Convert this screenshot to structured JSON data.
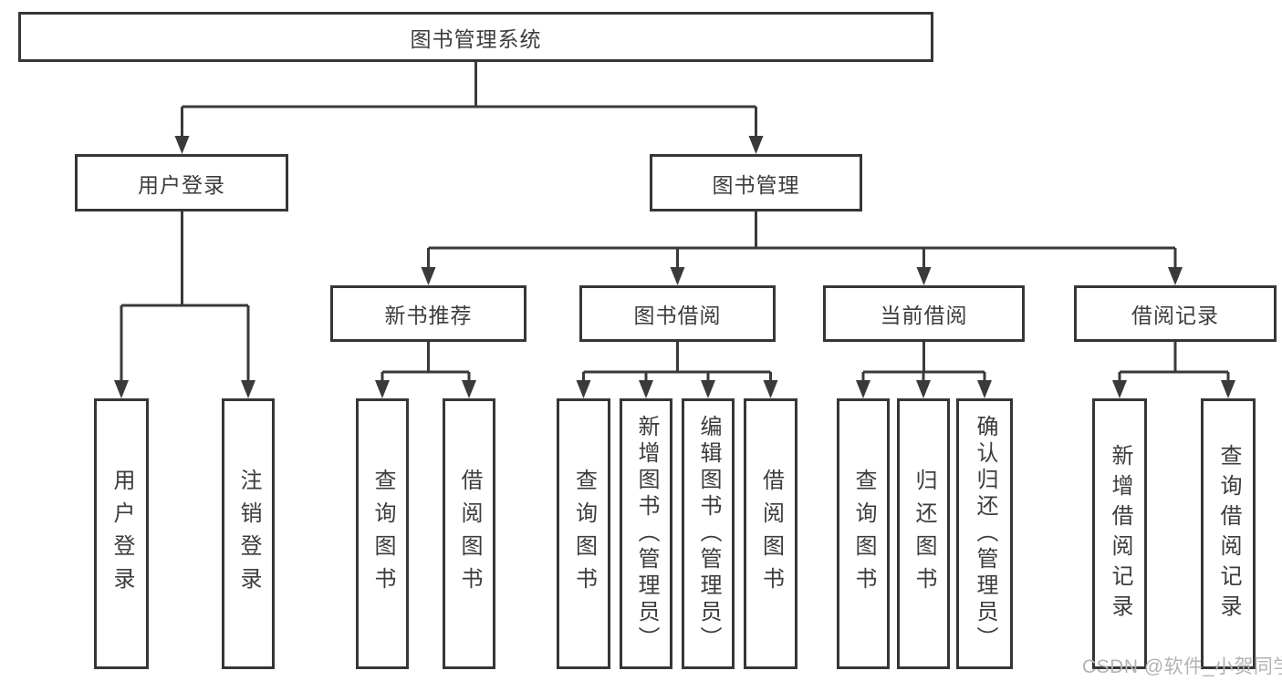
{
  "root_label": "图书管理系统",
  "branches": {
    "user": {
      "label": "用户登录",
      "children": [
        "用户登录",
        "注销登录"
      ]
    },
    "management": {
      "label": "图书管理",
      "sections": {
        "recommend": {
          "label": "新书推荐",
          "children": [
            "查询图书",
            "借阅图书"
          ]
        },
        "borrow": {
          "label": "图书借阅",
          "children": [
            "查询图书",
            "新增图书（管理员）",
            "编辑图书（管理员）",
            "借阅图书"
          ]
        },
        "current": {
          "label": "当前借阅",
          "children": [
            "查询图书",
            "归还图书",
            "确认归还（管理员）"
          ]
        },
        "records": {
          "label": "借阅记录",
          "children": [
            "新增借阅记录",
            "查询借阅记录"
          ]
        }
      }
    }
  },
  "watermark": "CSDN @软件_小贺同学",
  "colors": {
    "line": "#3a3a3a",
    "border": "#363636",
    "text": "#3c3c3c",
    "watermark": "#b3b3b3",
    "background": "#ffffff"
  }
}
